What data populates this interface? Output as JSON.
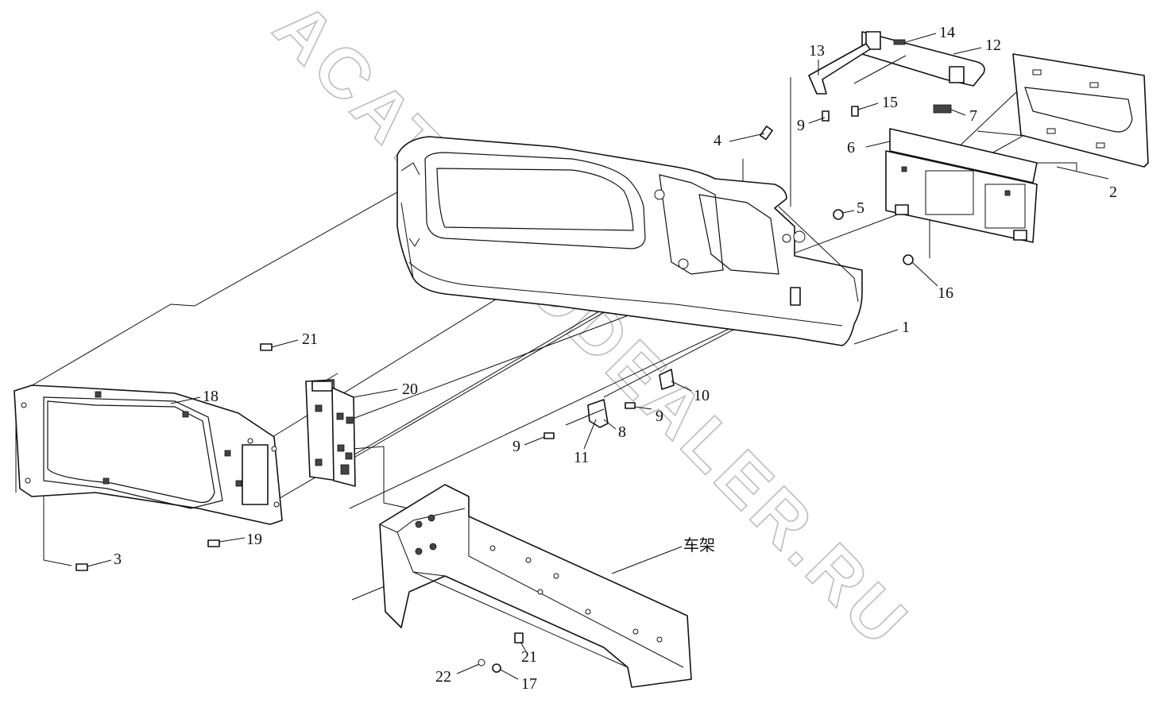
{
  "watermark": "ACATAUTODEALER.RU",
  "callouts": [
    {
      "id": "c1",
      "label": "1"
    },
    {
      "id": "c2",
      "label": "2"
    },
    {
      "id": "c3",
      "label": "3"
    },
    {
      "id": "c4",
      "label": "4"
    },
    {
      "id": "c5",
      "label": "5"
    },
    {
      "id": "c6",
      "label": "6"
    },
    {
      "id": "c7",
      "label": "7"
    },
    {
      "id": "c8",
      "label": "8"
    },
    {
      "id": "c9a",
      "label": "9"
    },
    {
      "id": "c9b",
      "label": "9"
    },
    {
      "id": "c9c",
      "label": "9"
    },
    {
      "id": "c10",
      "label": "10"
    },
    {
      "id": "c11",
      "label": "11"
    },
    {
      "id": "c12",
      "label": "12"
    },
    {
      "id": "c13",
      "label": "13"
    },
    {
      "id": "c14",
      "label": "14"
    },
    {
      "id": "c15",
      "label": "15"
    },
    {
      "id": "c16",
      "label": "16"
    },
    {
      "id": "c17",
      "label": "17"
    },
    {
      "id": "c18",
      "label": "18"
    },
    {
      "id": "c19",
      "label": "19"
    },
    {
      "id": "c20",
      "label": "20"
    },
    {
      "id": "c21a",
      "label": "21"
    },
    {
      "id": "c21b",
      "label": "21"
    },
    {
      "id": "c22",
      "label": "22"
    },
    {
      "id": "cframe",
      "label": "车架"
    }
  ]
}
